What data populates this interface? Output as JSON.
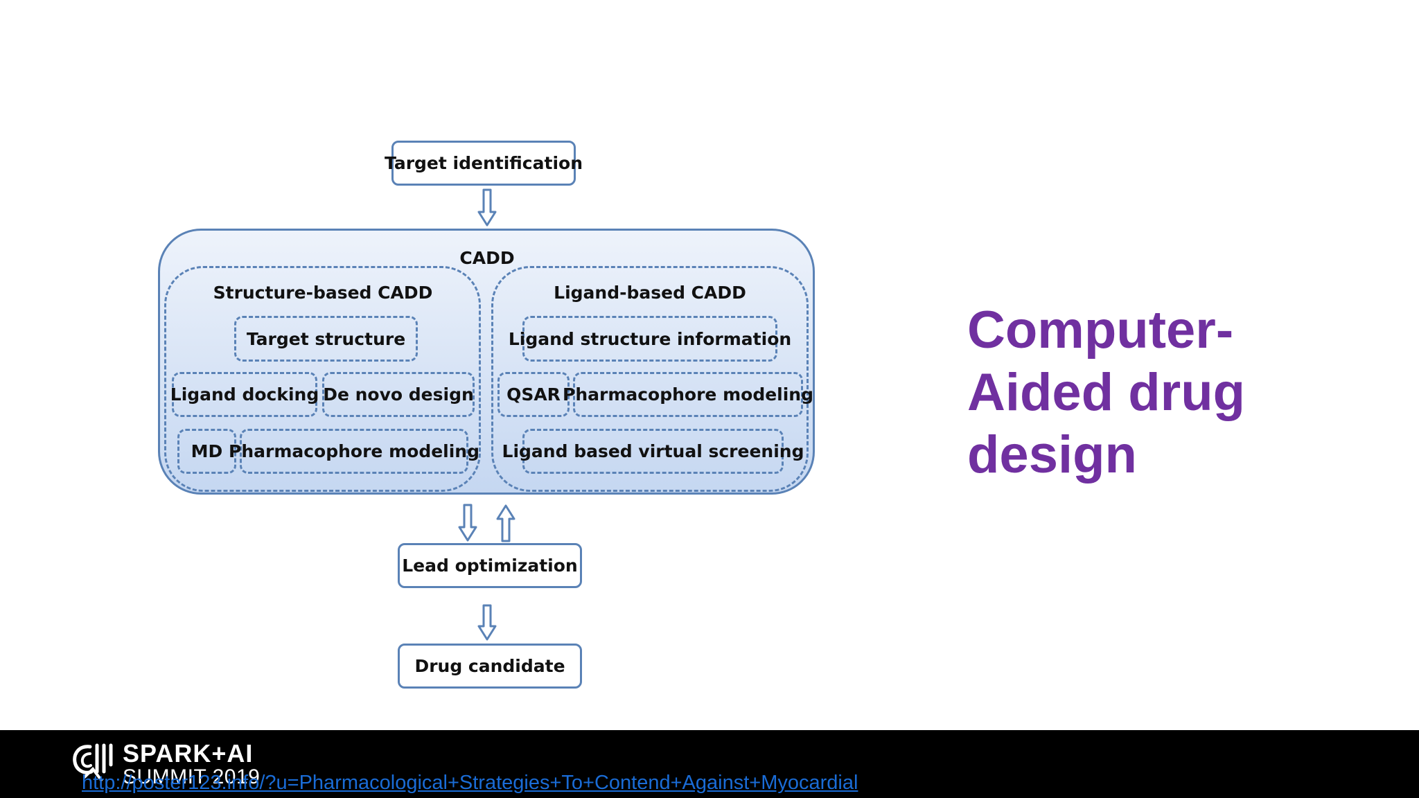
{
  "diagram": {
    "top_box": "Target identification",
    "cadd_title": "CADD",
    "structure_based": {
      "title": "Structure-based CADD",
      "target_structure": "Target structure",
      "ligand_docking": "Ligand docking",
      "de_novo_design": "De novo design",
      "md": "MD",
      "pharmacophore_modeling": "Pharmacophore modeling"
    },
    "ligand_based": {
      "title": "Ligand-based CADD",
      "ligand_structure_information": "Ligand structure information",
      "qsar": "QSAR",
      "pharmacophore_modeling": "Pharmacophore modeling",
      "virtual_screening": "Ligand based virtual screening"
    },
    "lead_optimization": "Lead optimization",
    "drug_candidate": "Drug candidate"
  },
  "heading": {
    "line1": "Computer-",
    "line2": "Aided drug",
    "line3": "design",
    "color": "#7030a0"
  },
  "footer": {
    "logo_line1": "SPARK+AI",
    "logo_line2": "SUMMIT 2019",
    "link_text": "http://poster123.info/?u=Pharmacological+Strategies+To+Contend+Against+Myocardial"
  },
  "colors": {
    "box_border": "#5a82b6",
    "cadd_fill_top": "#eef3fb",
    "cadd_fill_bottom": "#c5d7f1",
    "link": "#1a6cd6",
    "footer_bg": "#000000"
  }
}
